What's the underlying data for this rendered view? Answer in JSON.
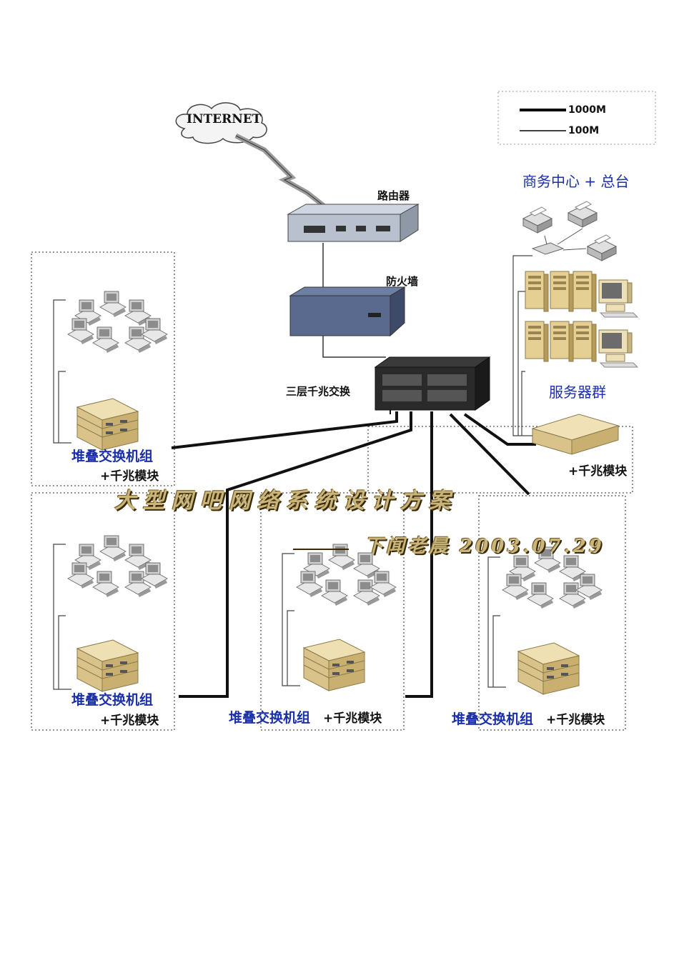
{
  "legend": {
    "thick_label": "1000M",
    "thin_label": "100M"
  },
  "internet": {
    "label": "INTERNET"
  },
  "router": {
    "label": "路由器"
  },
  "firewall": {
    "label": "防火墙"
  },
  "core_switch": {
    "label": "三层千兆交换"
  },
  "business": {
    "label": "商务中心 + 总台"
  },
  "servers": {
    "label": "服务器群",
    "module_label": "+千兆模块"
  },
  "groups": [
    {
      "switch_label": "堆叠交换机组",
      "module_label": "+千兆模块"
    },
    {
      "switch_label": "堆叠交换机组",
      "module_label": "+千兆模块"
    },
    {
      "switch_label": "堆叠交换机组",
      "module_label": "+千兆模块"
    },
    {
      "switch_label": "堆叠交换机组",
      "module_label": "+千兆模块"
    }
  ],
  "title": {
    "main": "大型网吧网络系统设计方案",
    "sub": "下闻老晨 2003.07.29"
  },
  "colors": {
    "label_blue": "#1a2fa8",
    "title_gold": "#c9b479",
    "link": "#111111",
    "server_beige": "#e7d3a1"
  }
}
